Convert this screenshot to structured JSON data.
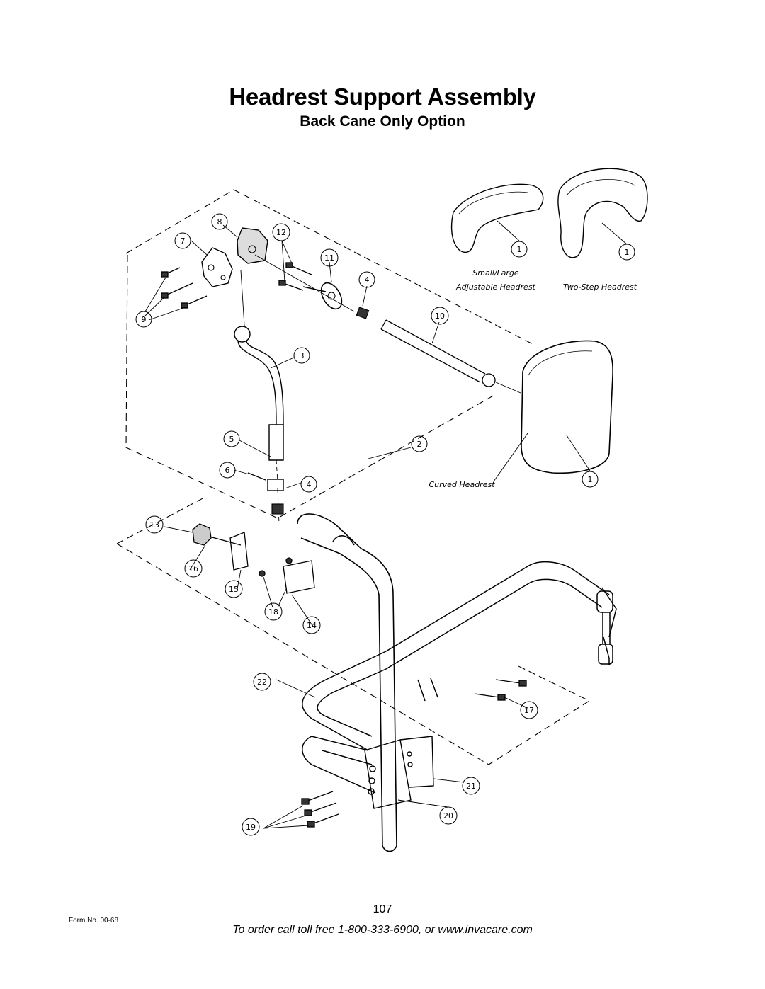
{
  "header": {
    "title": "Headrest Support Assembly",
    "subtitle": "Back Cane Only Option"
  },
  "diagram": {
    "captions": {
      "small_large": "Small/Large",
      "adjustable_headrest": "Adjustable Headrest",
      "two_step_headrest": "Two-Step Headrest",
      "curved_headrest": "Curved Headrest"
    },
    "callouts": {
      "c1a": "1",
      "c1b": "1",
      "c1c": "1",
      "c2": "2",
      "c3": "3",
      "c4a": "4",
      "c4b": "4",
      "c5": "5",
      "c6": "6",
      "c7": "7",
      "c8": "8",
      "c9": "9",
      "c10": "10",
      "c11": "11",
      "c12": "12",
      "c13": "13",
      "c14": "14",
      "c15": "15",
      "c16": "16",
      "c17": "17",
      "c18": "18",
      "c19": "19",
      "c20": "20",
      "c21": "21",
      "c22": "22"
    }
  },
  "footer": {
    "page_number": "107",
    "form_no": "Form No.  00-68",
    "order_text": "To order call toll free 1-800-333-6900, or www.invacare.com"
  }
}
